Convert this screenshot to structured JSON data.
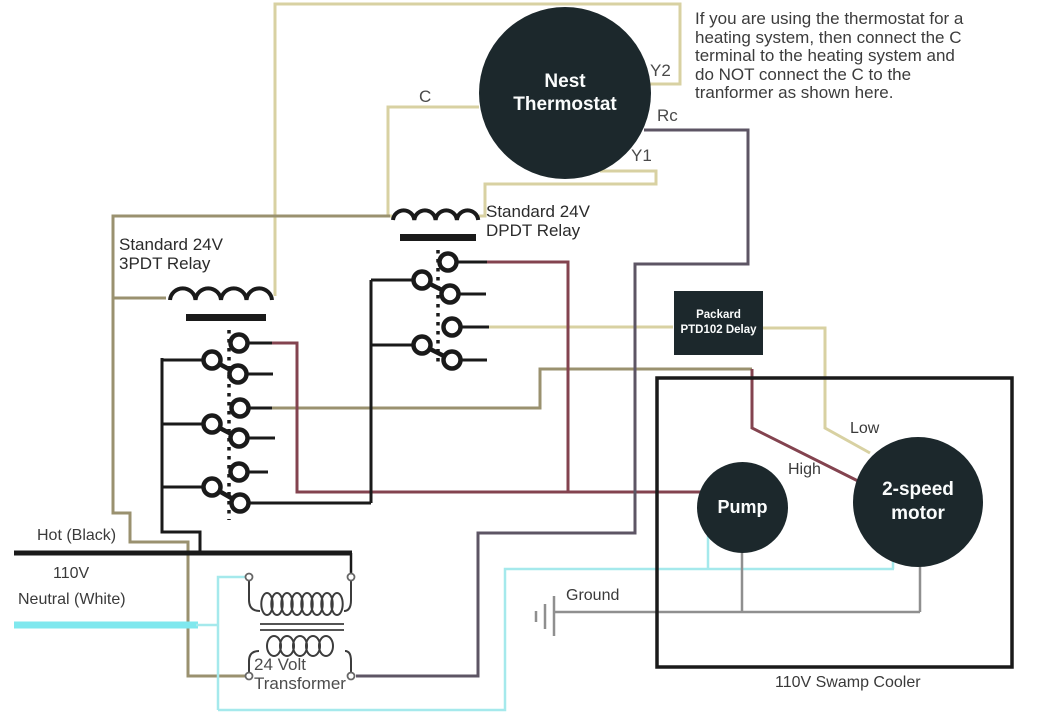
{
  "colors": {
    "wire_khaki": "#d8d1a2",
    "wire_olive": "#9a916f",
    "wire_maroon": "#83434f",
    "wire_purple": "#5d5564",
    "wire_cyan": "#7fe8ee",
    "wire_cyan_thin": "#a5e9ec",
    "wire_gray": "#8f8f8f",
    "wire_black": "#1a1a1a",
    "node_dark": "#1c282c"
  },
  "note": {
    "lines": [
      "If you are using the thermostat for a",
      "heating system, then connect the C",
      "terminal to the heating system and",
      "do NOT connect the C to the",
      "tranformer as shown here."
    ]
  },
  "thermostat": {
    "name_line1": "Nest",
    "name_line2": "Thermostat",
    "terminal_c": "C",
    "terminal_y2": "Y2",
    "terminal_rc": "Rc",
    "terminal_y1": "Y1"
  },
  "dpdt_relay": {
    "label_line1": "Standard 24V",
    "label_line2": "DPDT Relay"
  },
  "tpdt_relay": {
    "label_line1": "Standard 24V",
    "label_line2": "3PDT Relay"
  },
  "delay": {
    "label_line1": "Packard",
    "label_line2": "PTD102 Delay"
  },
  "power": {
    "hot": "Hot (Black)",
    "voltage": "110V",
    "neutral": "Neutral (White)"
  },
  "transformer": {
    "label_line1": "24 Volt",
    "label_line2": "Transformer"
  },
  "cooler": {
    "label": "110V Swamp Cooler",
    "pump": "Pump",
    "motor_line1": "2-speed",
    "motor_line2": "motor",
    "speed_low": "Low",
    "speed_high": "High",
    "ground": "Ground"
  }
}
